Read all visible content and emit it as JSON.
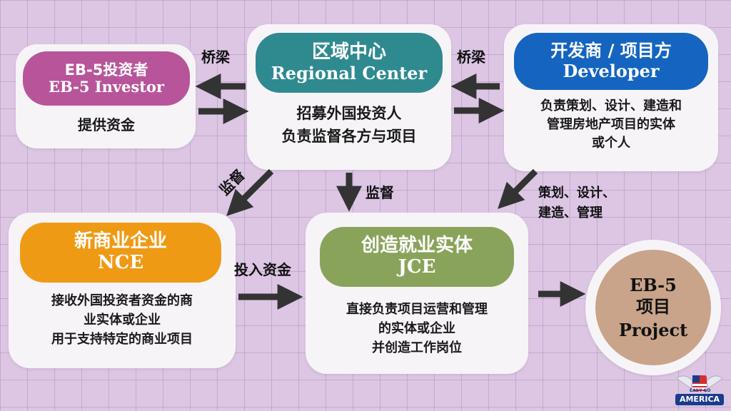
{
  "investor": {
    "title_zh": "EB-5投资者",
    "title_en": "EB-5 Investor",
    "desc": "提供资金",
    "color": "#b8559a"
  },
  "regional_center": {
    "title_zh": "区域中心",
    "title_en": "Regional Center",
    "desc": [
      "招募外国投资人",
      "负责监督各方与项目"
    ],
    "color": "#2f8a90"
  },
  "developer": {
    "title_zh": "开发商 / 项目方",
    "title_en": "Developer",
    "desc": [
      "负责策划、设计、建造和",
      "管理房地产项目的实体",
      "或个人"
    ],
    "color": "#1565c0"
  },
  "nce": {
    "title_zh": "新商业企业",
    "title_en": "NCE",
    "desc": [
      "接收外国投资者资金的商",
      "业实体或企业",
      "用于支持特定的商业项目"
    ],
    "color": "#ef9a14"
  },
  "jce": {
    "title_zh": "创造就业实体",
    "title_en": "JCE",
    "desc": [
      "直接负责项目运营和管理",
      "的实体或企业",
      "并创造工作岗位"
    ],
    "color": "#8aa35a"
  },
  "project": {
    "line1": "EB-5",
    "line2": "项目",
    "line3": "Project",
    "color": "#c9a48a"
  },
  "labels": {
    "bridge_left": "桥梁",
    "bridge_right": "桥梁",
    "supervise_diag": "监督",
    "supervise_down": "监督",
    "invest_funds": "投入资金",
    "dev_roles_1": "策划、设计、",
    "dev_roles_2": "建造、管理"
  },
  "logo": {
    "small": "EASY GO",
    "text": "AMERICA"
  }
}
